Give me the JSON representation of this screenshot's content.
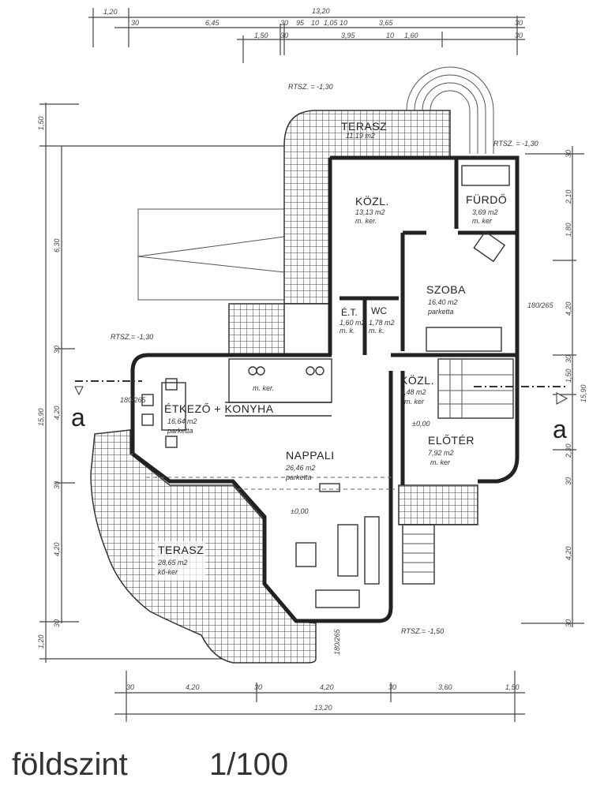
{
  "title": {
    "name": "földszint",
    "scale": "1/100"
  },
  "dimensions": {
    "top": [
      "1,20",
      "13,20",
      "6,45",
      "30",
      "95",
      "10",
      "1,05",
      "10",
      "3,65",
      "30",
      "1,50",
      "30",
      "3,95",
      "10",
      "1,60",
      "30"
    ],
    "left": [
      "1,50",
      "6,30",
      "30",
      "4,20",
      "30",
      "4,20",
      "30",
      "1,20",
      "15,90"
    ],
    "right": [
      "30",
      "2,10",
      "1,80",
      "4,20",
      "30",
      "1,50",
      "2,30",
      "30",
      "4,20",
      "30",
      "15,90"
    ],
    "bottom": [
      "30",
      "4,20",
      "30",
      "4,20",
      "30",
      "3,60",
      "1,50",
      "13,20"
    ],
    "openings": [
      "180/265",
      "180/265",
      "180/265"
    ]
  },
  "levels": {
    "top": "RTSZ. = -1,30",
    "top_right": "RTSZ. = -1,30",
    "left": "RTSZ.= -1,30",
    "bottom_right": "RTSZ.= -1,50",
    "floor_1": "±0,00",
    "floor_2": "±0,00"
  },
  "section_marker": "a",
  "rooms": [
    {
      "name": "TERASZ",
      "area": "11,19 m2",
      "floor": ""
    },
    {
      "name": "KÖZL.",
      "area": "13,13 m2",
      "floor": "m. ker."
    },
    {
      "name": "FÜRDŐ",
      "area": "3,69 m2",
      "floor": "m. ker"
    },
    {
      "name": "SZOBA",
      "area": "16,40 m2",
      "floor": "parketta"
    },
    {
      "name": "É.T.",
      "area": "1,60 m2",
      "floor": "m. k."
    },
    {
      "name": "WC",
      "area": "1,78 m2",
      "floor": "m. k."
    },
    {
      "name": "ÉTKEZŐ + KONYHA",
      "area": "16,64 m2",
      "floor": "parketta"
    },
    {
      "name": "KÖZL.",
      "area": "6,48 m2",
      "floor": "m. ker"
    },
    {
      "name": "ELŐTÉR",
      "area": "7,92 m2",
      "floor": "m. ker"
    },
    {
      "name": "NAPPALI",
      "area": "26,46 m2",
      "floor": "parketta"
    },
    {
      "name": "TERASZ",
      "area": "28,65 m2",
      "floor": "kő-ker"
    }
  ],
  "kitchen_floor": "m. ker."
}
